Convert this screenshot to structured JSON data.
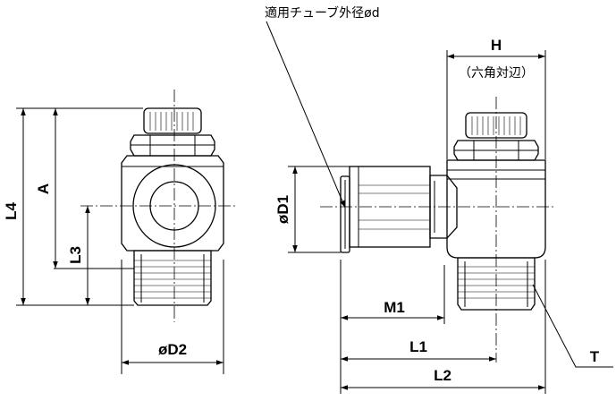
{
  "labels": {
    "L4": "L4",
    "A": "A",
    "L3": "L3",
    "D2": "øD2",
    "D1": "øD1",
    "tube_od": "適用チューブ外径ød",
    "H": "H",
    "hex_note": "（六角対辺）",
    "M1": "M1",
    "L1": "L1",
    "L2": "L2",
    "T": "T"
  }
}
